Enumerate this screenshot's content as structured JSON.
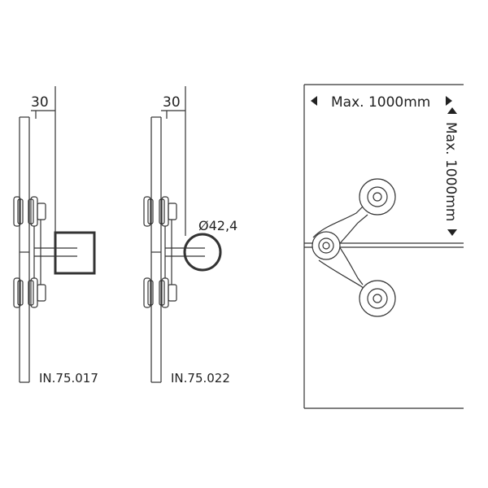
{
  "left_fitting": {
    "dimension": "30",
    "code": "IN.75.017"
  },
  "middle_fitting": {
    "dimension": "30",
    "diameter": "Ø42,4",
    "code": "IN.75.022"
  },
  "panel": {
    "width_label": "Max. 1000mm",
    "height_label": "Max. 1000mm"
  },
  "colors": {
    "line": "#333333",
    "fill": "#ffffff"
  }
}
